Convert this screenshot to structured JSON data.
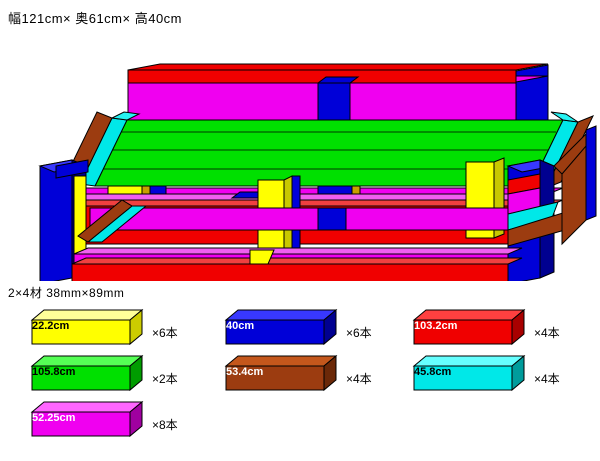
{
  "title": "幅121cm× 奥61cm× 高40cm",
  "legend": {
    "heading": "2×4材  38mm×89mm",
    "items": [
      {
        "label": "22.2cm",
        "count": "×6本",
        "color": "#ffff00",
        "top_color": "#ffff99",
        "side_color": "#cccc00",
        "text_dark": true,
        "swatch_width": 110
      },
      {
        "label": "40cm",
        "count": "×6本",
        "color": "#0000d8",
        "top_color": "#3838ff",
        "side_color": "#000090",
        "text_dark": false,
        "swatch_width": 110
      },
      {
        "label": "103.2cm",
        "count": "×4本",
        "color": "#f00000",
        "top_color": "#ff4040",
        "side_color": "#a80000",
        "text_dark": false,
        "swatch_width": 110
      },
      {
        "label": "105.8cm",
        "count": "×2本",
        "color": "#00e000",
        "top_color": "#55ff55",
        "side_color": "#009c00",
        "text_dark": true,
        "swatch_width": 110
      },
      {
        "label": "53.4cm",
        "count": "×4本",
        "color": "#9c3c10",
        "top_color": "#c4571c",
        "side_color": "#6b2808",
        "text_dark": false,
        "swatch_width": 110
      },
      {
        "label": "45.8cm",
        "count": "×4本",
        "color": "#00e8e8",
        "top_color": "#66ffff",
        "side_color": "#009c9c",
        "text_dark": true,
        "swatch_width": 110
      },
      {
        "label": "52.25cm",
        "count": "×8本",
        "color": "#f000f0",
        "top_color": "#ff66ff",
        "side_color": "#a000a0",
        "text_dark": false,
        "swatch_width": 110
      }
    ]
  },
  "drawing": {
    "description": "isometric 2x4 lumber bench frame",
    "colors": {
      "red": "#f00000",
      "magenta": "#f000f0",
      "green": "#00e000",
      "blue": "#0000d8",
      "cyan": "#00e8e8",
      "yellow": "#ffff00",
      "brown": "#9c3c10",
      "outline": "#000000"
    }
  }
}
